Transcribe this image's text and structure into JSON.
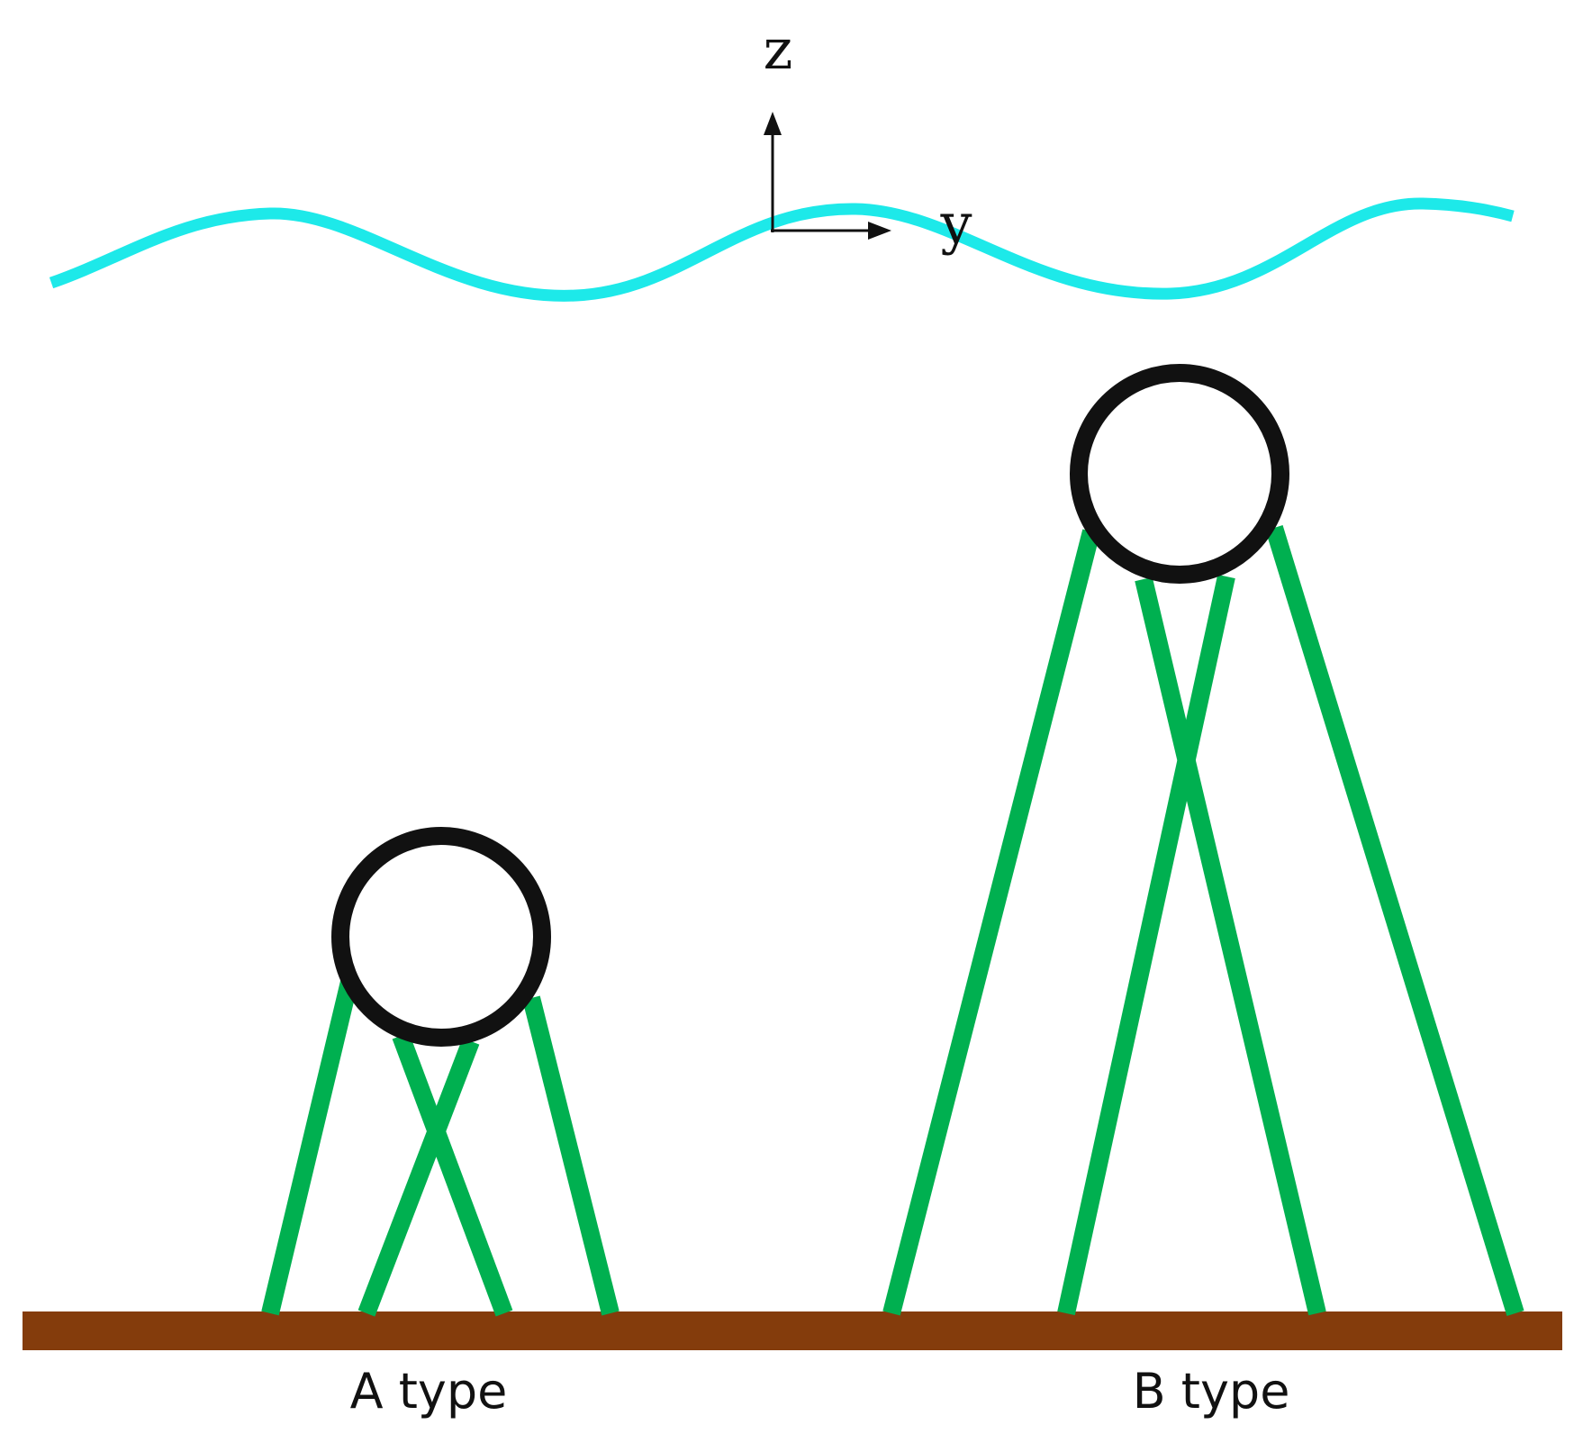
{
  "axes": {
    "z_label": "z",
    "y_label": "y"
  },
  "labels": {
    "a_type": "A type",
    "b_type": "B type"
  },
  "colors": {
    "water_surface": "#1de9e9",
    "seabed": "#843c0c",
    "mooring_lines": "#00b050",
    "buoy": "#111111",
    "axes": "#111111",
    "background": "#ffffff"
  }
}
